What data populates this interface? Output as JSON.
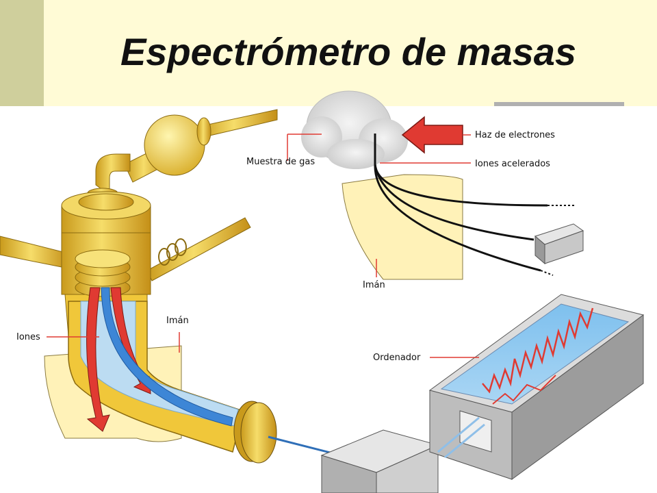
{
  "title": "Espectrómetro de masas",
  "labels": {
    "beam": "Haz de electrones",
    "gas_sample": "Muestra de gas",
    "accelerated_ions": "Iones acelerados",
    "magnet_top": "Imán",
    "ions": "Iones",
    "magnet_bottom": "Imán",
    "computer": "Ordenador"
  },
  "colors": {
    "title_band": "#fffbd6",
    "accent": "#cfcf9c",
    "brass": "#e3c33a",
    "magnet": "#fff2b8",
    "ion_path": "#5aa0e6",
    "arrow_red": "#e03a32",
    "box_gray": "#c8c8c8"
  }
}
